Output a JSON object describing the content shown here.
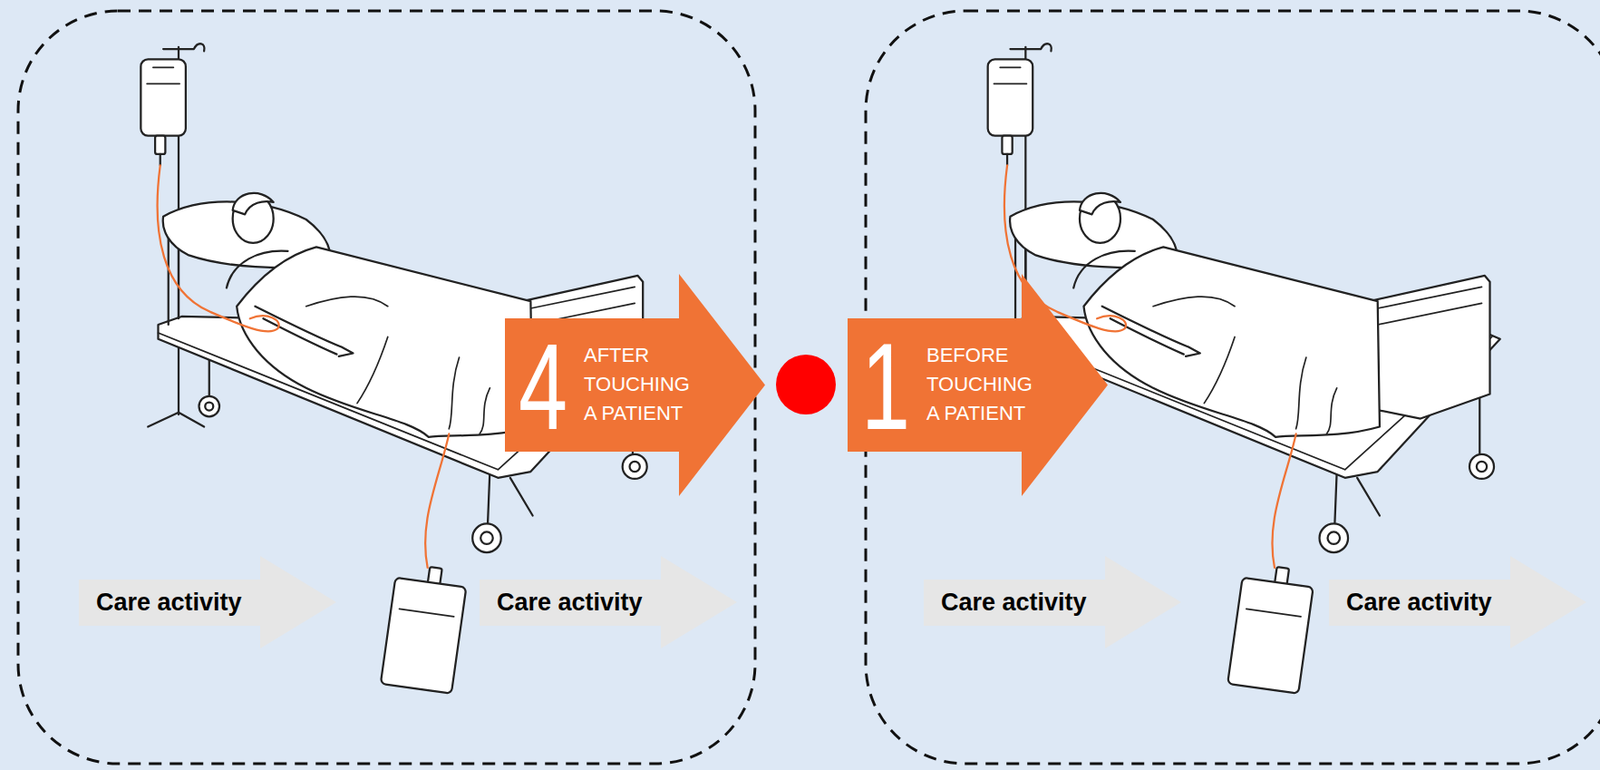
{
  "diagram": {
    "nodes": [
      {
        "text": [
          "4",
          "AFTER TOUCHING A PATIENT"
        ]
      },
      {
        "text": [
          "Care activity"
        ]
      },
      {
        "text": [
          "Care activity"
        ]
      },
      {
        "text": [
          "1",
          "BEFORE TOUCHING A PATIENT"
        ]
      },
      {
        "text": [
          "Care activity"
        ]
      },
      {
        "text": [
          "Care activity"
        ]
      }
    ]
  }
}
